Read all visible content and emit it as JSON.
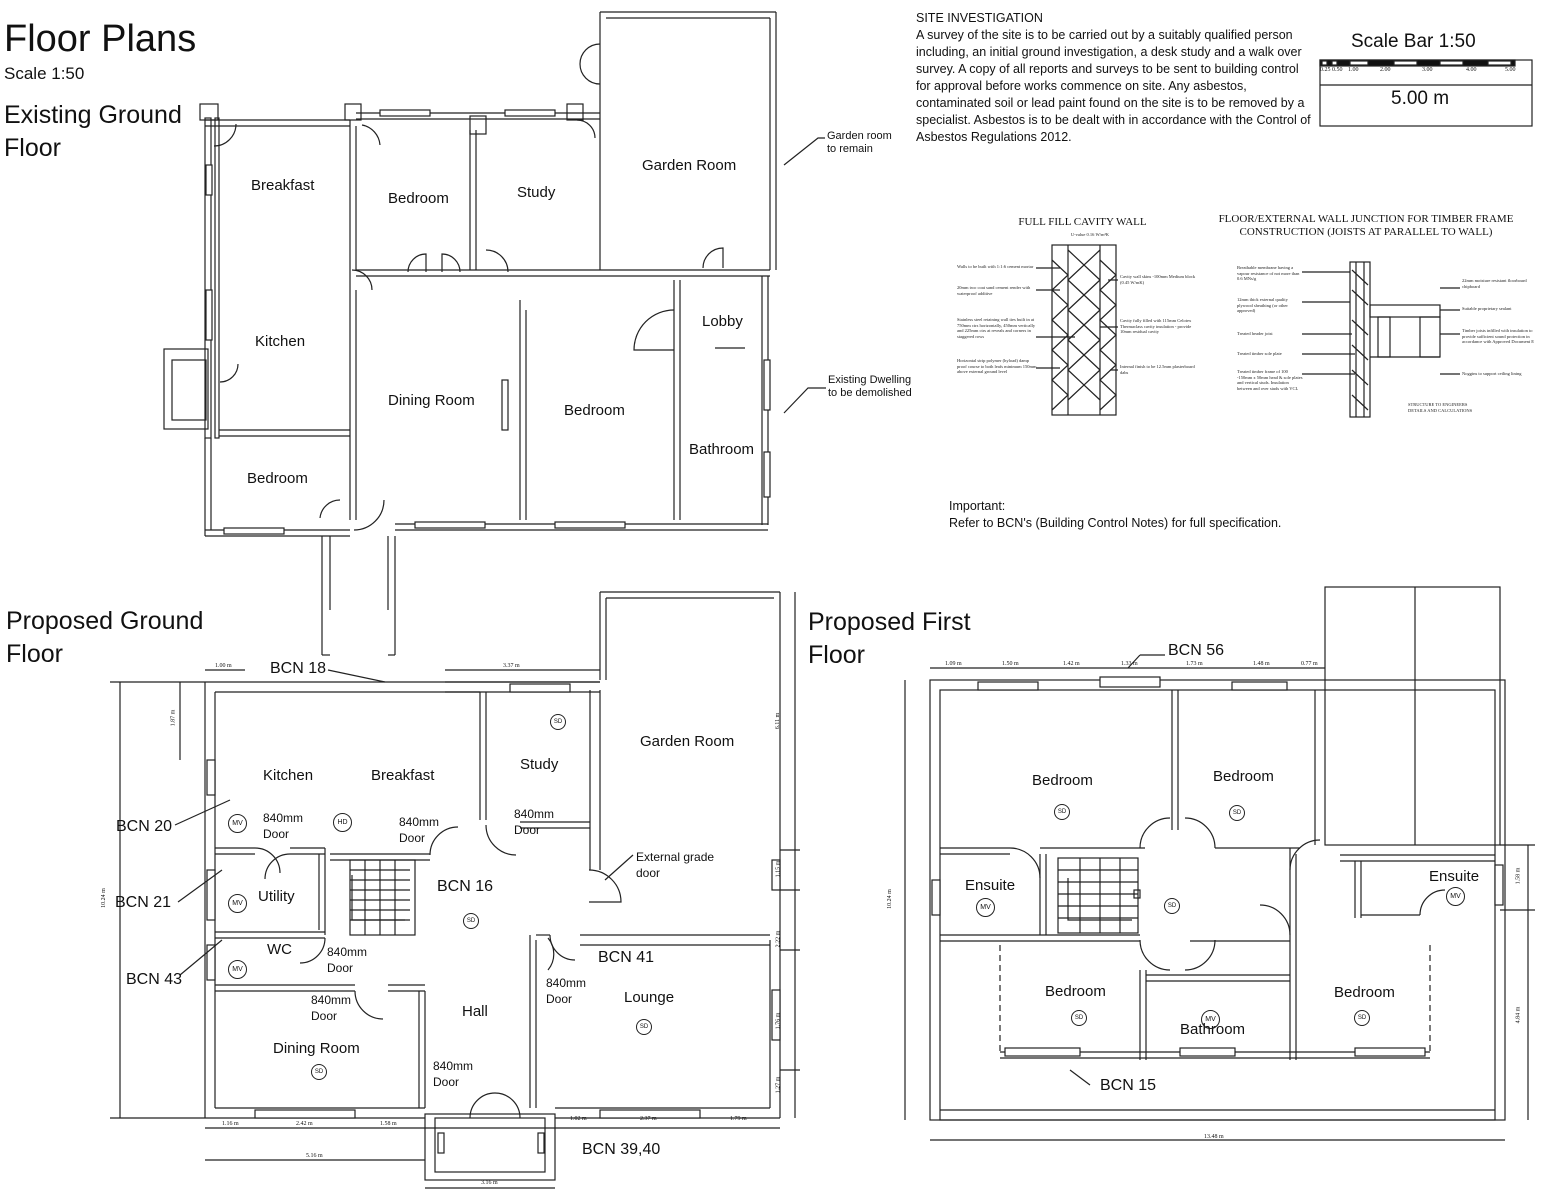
{
  "page": {
    "title": "Floor Plans",
    "scale": "Scale 1:50"
  },
  "sections": {
    "existing": "Existing Ground Floor",
    "proposed_ground": "Proposed Ground Floor",
    "proposed_first": "Proposed First Floor"
  },
  "site_investigation": {
    "heading": "SITE INVESTIGATION",
    "body": "A survey of the site is to be carried out by a suitably qualified person including, an initial ground investigation, a desk study and a walk over survey. A copy of all reports and surveys to be sent to building control for approval before works commence on site. Any asbestos, contaminated soil or lead paint found on the site is to be removed by a specialist. Asbestos is to be dealt with in accordance with the Control of Asbestos Regulations 2012."
  },
  "scale_bar": {
    "title": "Scale Bar 1:50",
    "ticks": [
      "0.25",
      "0.50",
      "1.00",
      "2.00",
      "3.00",
      "4.00",
      "5.00"
    ],
    "value": "5.00 m"
  },
  "details": {
    "cavity_title": "FULL FILL CAVITY WALL",
    "cavity_uvalue": "U-value 0.16 W/m²K",
    "cavity_notes_left": [
      "Walls to be built with 1:1:6 cement mortar",
      "20mm two coat sand cement render with waterproof additive",
      "Stainless steel retaining wall ties built in at 750mm ctrs horizontally, 450mm vertically and 225mm ctrs at reveals and corners in staggered rows",
      "Horizontal strip polymer (hyload) damp proof course to both leafs minimum 150mm above external ground level"
    ],
    "cavity_notes_right": [
      "Cavity wall skins -100mm Medium block (0.45 W/mK)",
      "Cavity fully filled with 115mm Celotex Thermaclass cavity insulation - provide 10mm residual cavity",
      "Internal finish to be 12.5mm plasterboard dabs"
    ],
    "timber_title": "FLOOR/EXTERNAL WALL JUNCTION FOR TIMBER FRAME CONSTRUCTION (JOISTS AT PARALLEL TO WALL)",
    "timber_notes_left": [
      "Breathable membrane having a vapour resistance of not more than 0.6 MNs/g",
      "12mm thick external quality plywood sheathing (or other approved)",
      "Treated header joist",
      "Treated timber sole plate",
      "Treated timber frame of 100 -150mm x 50mm head & sole plates and vertical studs. Insulation between and over studs with VCL"
    ],
    "timber_notes_right": [
      "22mm moisture resistant floorboard chipboard",
      "Suitable proprietary sealant",
      "Timber joists infilled with insulation to provide sufficient sound protection in accordance with Approved Document E",
      "Noggins to support ceiling lining",
      "STRUCTURE TO ENGINEERS DETAILS AND CALCULATIONS"
    ]
  },
  "important": {
    "heading": "Important:",
    "body": "Refer to BCN's (Building Control Notes) for full specification."
  },
  "existing_rooms": {
    "breakfast": "Breakfast",
    "bedroom1": "Bedroom",
    "study": "Study",
    "garden_room": "Garden Room",
    "kitchen": "Kitchen",
    "dining_room": "Dining Room",
    "bedroom2": "Bedroom",
    "lobby": "Lobby",
    "bathroom": "Bathroom",
    "bedroom3": "Bedroom",
    "note_garden": "Garden room\nto remain",
    "note_demolish": "Existing Dwelling\nto be demolished"
  },
  "ground_rooms": {
    "kitchen": "Kitchen",
    "breakfast": "Breakfast",
    "study": "Study",
    "garden_room": "Garden Room",
    "utility": "Utility",
    "wc": "WC",
    "hall": "Hall",
    "dining_room": "Dining Room",
    "lounge": "Lounge",
    "ext_door": "External grade\ndoor",
    "door_840_1": "840mm\nDoor",
    "door_840_2": "840mm\nDoor",
    "door_840_3": "840mm\nDoor",
    "door_840_4": "840mm\nDoor",
    "door_840_5": "840mm\nDoor",
    "door_840_6": "840mm\nDoor",
    "door_840_7": "840mm\nDoor",
    "bcn18": "BCN 18",
    "bcn20": "BCN 20",
    "bcn21": "BCN 21",
    "bcn43": "BCN 43",
    "bcn16": "BCN 16",
    "bcn41": "BCN 41",
    "bcn3940": "BCN 39,40",
    "sym_mv": "MV",
    "sym_hd": "HD",
    "sym_sd": "SD"
  },
  "ground_dims": {
    "top1": "1.00 m",
    "top2": "3.37 m",
    "left1": "1.87 m",
    "left_total": "10.24 m",
    "right1": "6.11 m",
    "right2": "1.15 m",
    "right3": "2.22 m",
    "right4": "1.76 m",
    "right5": "1.27 m",
    "bot1": "1.16 m",
    "bot2": "2.42 m",
    "bot3": "1.58 m",
    "bot4": "1.02 m",
    "bot5": "2.37 m",
    "bot6": "1.79 m",
    "bot_total1": "5.16 m",
    "bot_total2": "3.16 m"
  },
  "first_rooms": {
    "bedroom1": "Bedroom",
    "bedroom2": "Bedroom",
    "ensuite1": "Ensuite",
    "ensuite2": "Ensuite",
    "bedroom3": "Bedroom",
    "bathroom": "Bathroom",
    "bedroom4": "Bedroom",
    "bcn56": "BCN 56",
    "bcn15": "BCN 15",
    "sym_mv": "MV",
    "sym_sd": "SD"
  },
  "first_dims": {
    "t1": "1.09 m",
    "t2": "1.50 m",
    "t3": "1.42 m",
    "t4": "1.33 m",
    "t5": "1.73 m",
    "t6": "1.48 m",
    "t7": "0.77 m",
    "left_total": "10.24 m",
    "r1": "1.58 m",
    "r2": "4.84 m",
    "bottom_total": "13.48 m"
  }
}
